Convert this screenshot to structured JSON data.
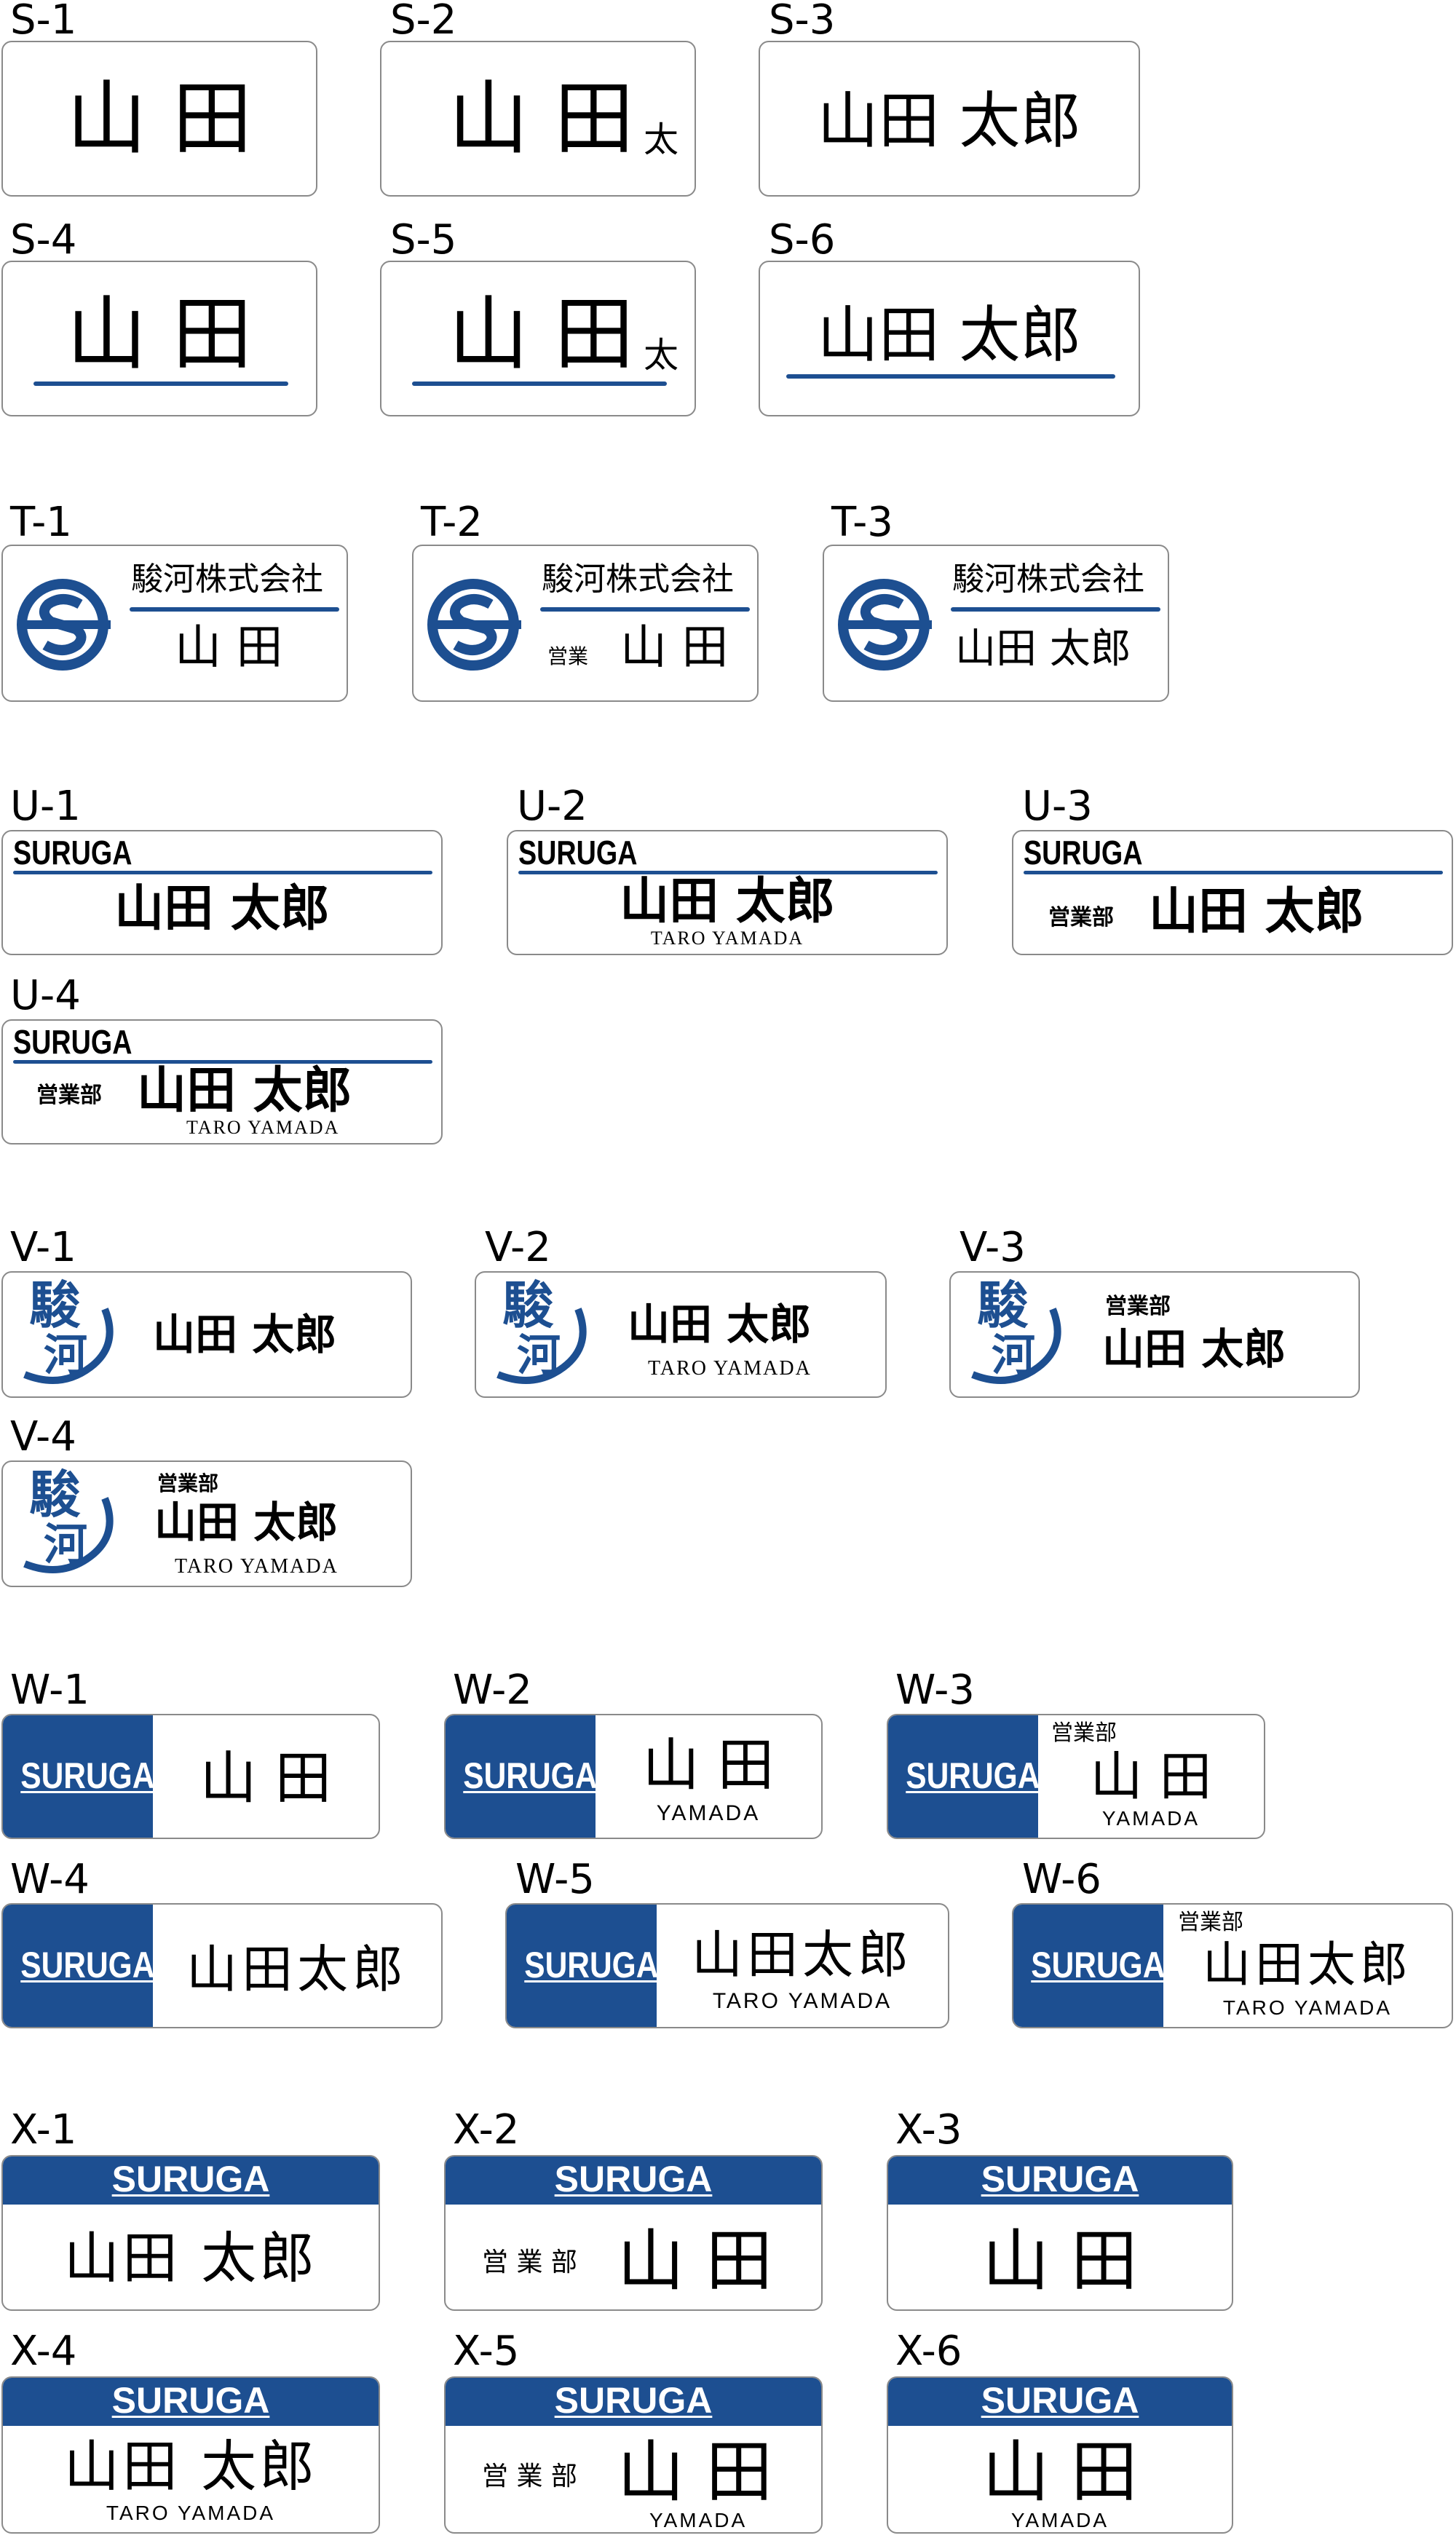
{
  "colors": {
    "accent": "#1d4f91",
    "border": "#8a8a8a"
  },
  "labels": {
    "s1": "S-1",
    "s2": "S-2",
    "s3": "S-3",
    "s4": "S-4",
    "s5": "S-5",
    "s6": "S-6",
    "t1": "T-1",
    "t2": "T-2",
    "t3": "T-3",
    "u1": "U-1",
    "u2": "U-2",
    "u3": "U-3",
    "u4": "U-4",
    "v1": "V-1",
    "v2": "V-2",
    "v3": "V-3",
    "v4": "V-4",
    "w1": "W-1",
    "w2": "W-2",
    "w3": "W-3",
    "w4": "W-4",
    "w5": "W-5",
    "w6": "W-6",
    "x1": "X-1",
    "x2": "X-2",
    "x3": "X-3",
    "x4": "X-4",
    "x5": "X-5",
    "x6": "X-6"
  },
  "text": {
    "surname": "山 田",
    "surname_tight": "山田",
    "given_initial": "太",
    "fullname": "山田 太郎",
    "fullname_spaced": "山 田 太 郎",
    "fullname_spaced2": "山田太郎",
    "company": "駿河株式会社",
    "dept_short": "営業",
    "dept": "営業部",
    "dept_spaced": "営 業 部",
    "brand": "SURUGA",
    "romaji_full": "TARO YAMADA",
    "romaji_family": "YAMADA",
    "logo_kanji_1": "駿",
    "logo_kanji_2": "河"
  }
}
